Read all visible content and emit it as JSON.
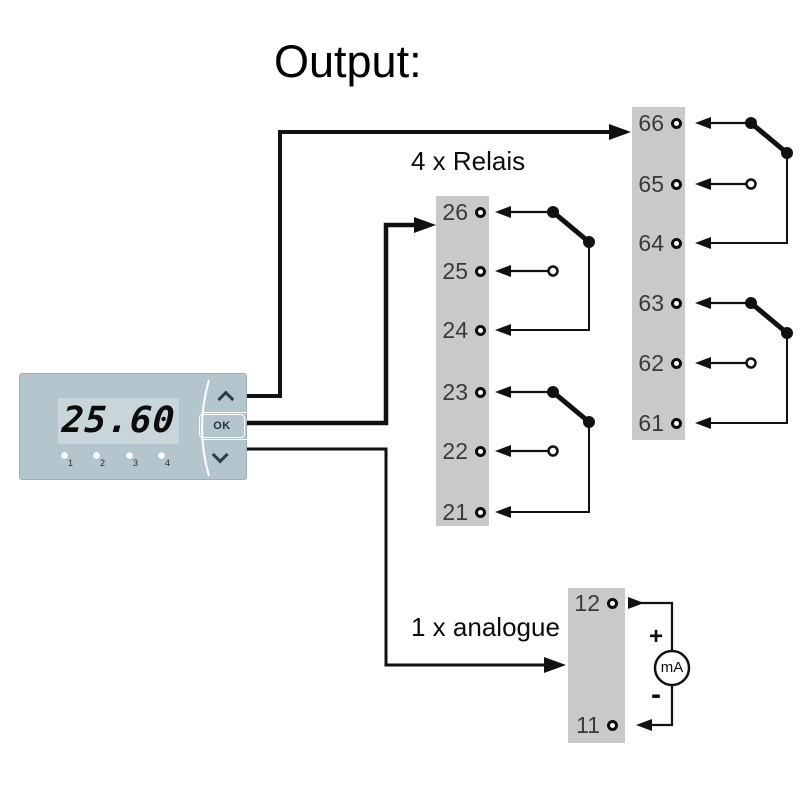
{
  "title": "Output:",
  "device": {
    "display_value": "25.60",
    "leds": [
      "1",
      "2",
      "3",
      "4"
    ],
    "buttons": {
      "ok_label": "OK"
    }
  },
  "relays": {
    "label": "4 x Relais",
    "block_left": [
      "26",
      "25",
      "24",
      "23",
      "22",
      "21"
    ],
    "block_right": [
      "66",
      "65",
      "64",
      "63",
      "62",
      "61"
    ]
  },
  "analogue": {
    "label": "1 x analogue",
    "terminals": [
      "12",
      "11"
    ],
    "meter_label": "mA",
    "plus": "+",
    "minus": "-"
  },
  "colors": {
    "device_body": "#b4c6cd",
    "display_bg": "#c8d6da",
    "terminal_strip": "#c9c9c9",
    "line": "#111111"
  }
}
